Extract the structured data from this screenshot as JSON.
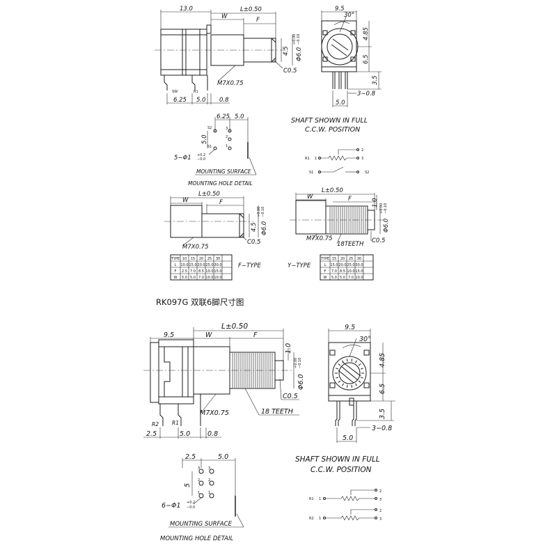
{
  "drawing": {
    "caption": "RK097G 双联6脚尺寸图",
    "top": {
      "side": {
        "overall": "13.0",
        "w": "W",
        "l": "L±0.50",
        "f": "F",
        "d45": "4.5",
        "shaft_dia": "Φ6.0",
        "tol_up": "+0.00",
        "tol_dn": "−0.10",
        "chamfer": "C0.5",
        "thread": "M7X0.75",
        "sw": "SW",
        "r1": "R1",
        "d625": "6.25",
        "d50": "5.0",
        "d08": "0.8"
      },
      "front": {
        "w": "9.5",
        "angle": "30°",
        "h1": "4.85",
        "h2": "6.5",
        "h3": "3.5",
        "pin": "3−0.8",
        "base": "5.0"
      },
      "note1": "SHAFT SHOWN IN FULL",
      "note2": "C.C.W. POSITION",
      "mount": {
        "d625": "6.25",
        "d50": "5.0",
        "v5": "5.0",
        "s2": "S2",
        "s1": "S1",
        "n3": "3",
        "n2": "2",
        "n1": "1",
        "hole": "5−Φ1",
        "hole_up": "+0.2",
        "hole_dn": "−0.0",
        "surface": "MOUNTING SURFACE",
        "detail": "MOUNTING HOLE DETAIL"
      },
      "schem": {
        "r1": "R1",
        "one": "1",
        "two": "2",
        "three": "3",
        "s1": "S1",
        "s2": "S2"
      },
      "ftype": {
        "l": "L±0.50",
        "w": "W",
        "f": "F",
        "d45": "4.5",
        "dia": "Φ6.0",
        "tol_up": "+0.00",
        "tol_dn": "−0.10",
        "chamfer": "C0.5",
        "thread": "M7X0.75",
        "label": "F−TYPE"
      },
      "ytype": {
        "l": "L±0.50",
        "w": "W",
        "f": "F",
        "d10": "1.0",
        "dia": "Φ6.0",
        "tol_up": "+0.00",
        "tol_dn": "−0.10",
        "chamfer": "C0.5",
        "thread": "M7X0.75",
        "teeth": "18TEETH",
        "label": "Y−TYPE"
      },
      "table_f": [
        [
          "TYPE",
          "10",
          "15",
          "20",
          "25",
          "30"
        ],
        [
          "L",
          "10.0",
          "15.0",
          "20.0",
          "25.0",
          "30.0"
        ],
        [
          "F",
          "2.5",
          "7.0",
          "8.5",
          "10.0",
          "15.0"
        ],
        [
          "W",
          "5.0",
          "5.0",
          "7.0",
          "10.0",
          "10.0"
        ]
      ],
      "table_y": [
        [
          "TYPE",
          "15",
          "20",
          "25",
          "30"
        ],
        [
          "L",
          "15.0",
          "20.0",
          "25.0",
          "30.0"
        ],
        [
          "F",
          "7.0",
          "8.5",
          "10.0",
          "15.0"
        ],
        [
          "W",
          "5.0",
          "5.0",
          "7.0",
          "10.0"
        ]
      ]
    },
    "bottom": {
      "side": {
        "d95": "9.5",
        "w": "W",
        "l": "L±0.50",
        "f": "F",
        "d10": "1.0",
        "dia": "Φ6.0",
        "tol_up": "+0.00",
        "tol_dn": "−0.10",
        "chamfer": "C0.5",
        "thread": "M7X0.75",
        "teeth": "18 TEETH",
        "r2": "R2",
        "r1": "R1",
        "d25": "2.5",
        "d50": "5.0",
        "d08": "0.8"
      },
      "front": {
        "w": "9.5",
        "angle": "30°",
        "h1": "4.85",
        "h2": "6.5",
        "h3": "3.5",
        "pin": "3−0.8",
        "base": "5.0"
      },
      "note1": "SHAFT SHOWN IN FULL",
      "note2": "C.C.W. POSITION",
      "mount": {
        "d25": "2.5",
        "d50": "5.0",
        "v5": "5",
        "n3": "3",
        "n2": "2",
        "n1": "1",
        "hole": "6−Φ1",
        "hole_up": "+0.2",
        "hole_dn": "−0.0",
        "surface": "MOUNTING SURFACE",
        "detail": "MOUNTING HOLE DETAIL"
      },
      "schem": {
        "r1": "R1",
        "r2": "R2",
        "one": "1",
        "two": "2",
        "three": "3"
      }
    }
  }
}
